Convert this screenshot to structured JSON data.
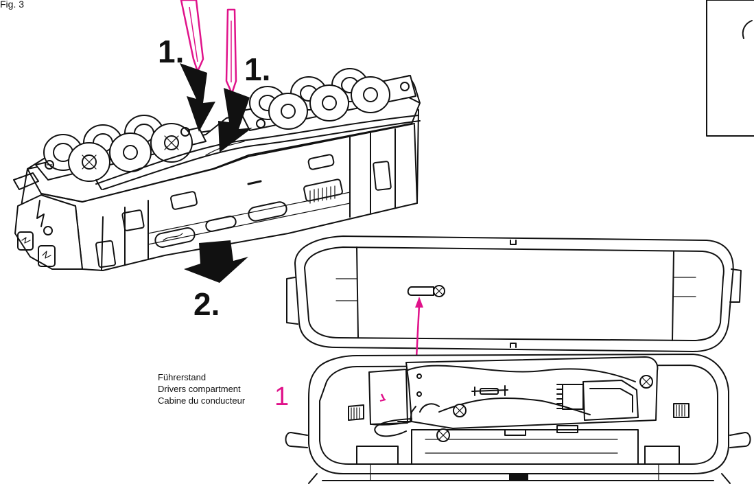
{
  "figure": {
    "label": "Fig. 3"
  },
  "steps": [
    {
      "label": "1."
    },
    {
      "label": "1."
    },
    {
      "label": "2."
    }
  ],
  "callout": {
    "number": "1",
    "lines": [
      "Führerstand",
      "Drivers compartment",
      "Cabine du conducteur"
    ]
  },
  "colors": {
    "accent": "#e0128a",
    "line": "#111111",
    "background": "#ffffff"
  },
  "icons": {
    "screw": "screw-icon",
    "push_arrow": "arrow-down-icon",
    "screwdriver": "screwdriver-icon"
  }
}
